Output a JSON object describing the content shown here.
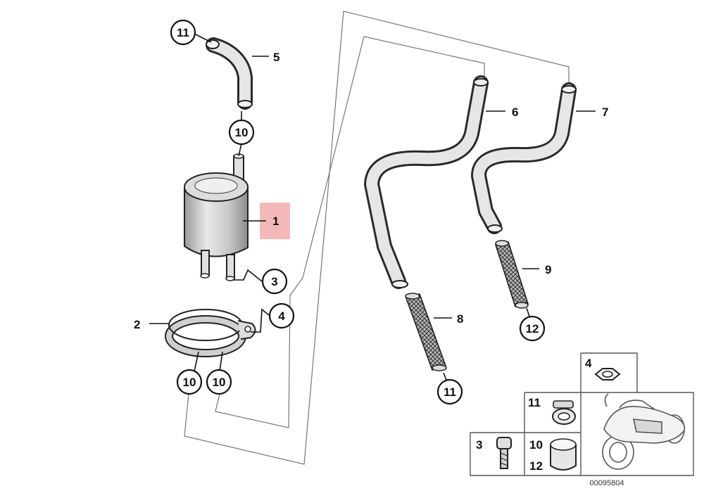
{
  "callouts": {
    "c11_top": "11",
    "c10_top": "10",
    "c3": "3",
    "c4": "4",
    "c10_bl": "10",
    "c10_br": "10",
    "c11_mid": "11",
    "c12_right": "12"
  },
  "labels": {
    "l5": "5",
    "l1": "1",
    "l2": "2",
    "l6": "6",
    "l7": "7",
    "l8": "8",
    "l9": "9"
  },
  "legend": {
    "cell_4": "4",
    "cell_11": "11",
    "cell_3": "3",
    "cell_10": "10",
    "cell_12": "12"
  },
  "highlight_color": "#f4b8b8",
  "reference_number": "00095804"
}
